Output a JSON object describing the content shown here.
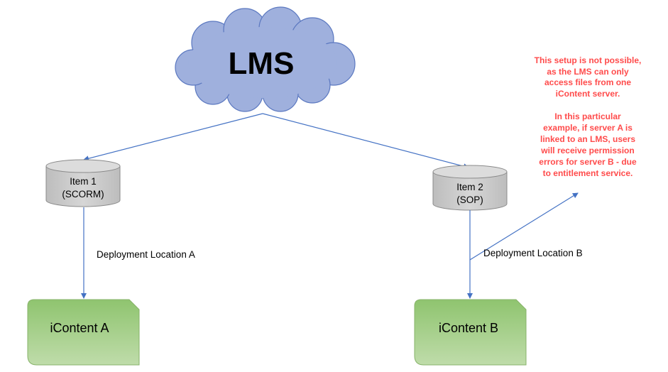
{
  "lms": {
    "label": "LMS"
  },
  "items": [
    {
      "title": "Item 1",
      "subtitle": "(SCORM)"
    },
    {
      "title": "Item 2",
      "subtitle": "(SOP)"
    }
  ],
  "deployments": [
    {
      "label": "Deployment Location A"
    },
    {
      "label": "Deployment Location B"
    }
  ],
  "servers": [
    {
      "label": "iContent A"
    },
    {
      "label": "iContent B"
    }
  ],
  "note": {
    "lines": [
      "This setup is not possible,",
      "as the LMS can only",
      "access files from one",
      "iContent server.",
      "",
      "In this particular",
      "example, if server A is",
      "linked to an LMS, users",
      "will receive permission",
      "errors for server B - due",
      "to entitlement service."
    ]
  },
  "colors": {
    "cloud_fill": "#9fb0dd",
    "cloud_stroke": "#5b78c0",
    "cylinder_fill": "#c9c9c9",
    "cylinder_stroke": "#8a8a8a",
    "server_fill": "#a8d08d",
    "server_stroke": "#87b36a",
    "arrow": "#4472c4",
    "note_text": "#ff4b4b"
  }
}
